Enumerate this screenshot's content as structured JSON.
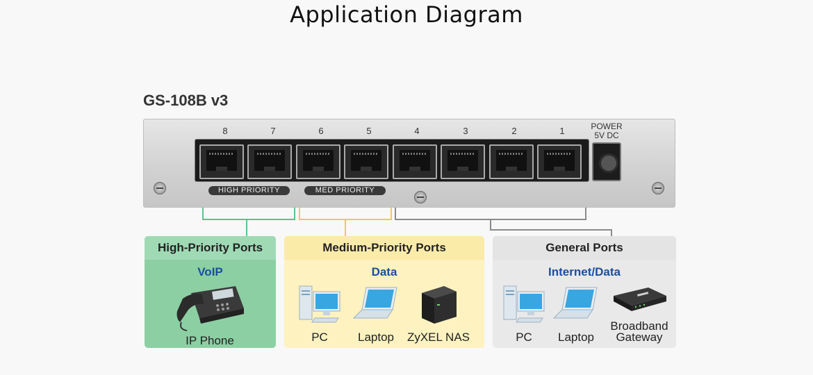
{
  "title": "Application Diagram",
  "model": "GS-108B v3",
  "ports": [
    "8",
    "7",
    "6",
    "5",
    "4",
    "3",
    "2",
    "1"
  ],
  "power_label_line1": "POWER",
  "power_label_line2": "5V DC",
  "priority_tags": {
    "high": "HIGH PRIORITY",
    "med": "MED PRIORITY"
  },
  "colors": {
    "high": "#5cc38e",
    "high_head": "#9fdab5",
    "high_body": "#8ccfa3",
    "med": "#f5c94c",
    "med_head": "#fbeba9",
    "med_body": "#fdf2c0",
    "general": "#8a8a8a",
    "general_head": "#e4e4e4",
    "general_body": "#e9e9e9",
    "accent": "#1b4f9c"
  },
  "categories": {
    "high": {
      "title": "High-Priority Ports",
      "subtitle": "VoIP",
      "devices": [
        "IP Phone"
      ]
    },
    "med": {
      "title": "Medium-Priority Ports",
      "subtitle": "Data",
      "devices": [
        "PC",
        "Laptop",
        "ZyXEL NAS"
      ]
    },
    "general": {
      "title": "General Ports",
      "subtitle": "Internet/Data",
      "devices": [
        "PC",
        "Laptop",
        "Broadband",
        "Gateway"
      ]
    }
  },
  "icons": [
    "ip-phone-icon",
    "pc-icon",
    "laptop-icon",
    "nas-icon",
    "gateway-icon",
    "screw-icon",
    "power-jack-icon"
  ]
}
